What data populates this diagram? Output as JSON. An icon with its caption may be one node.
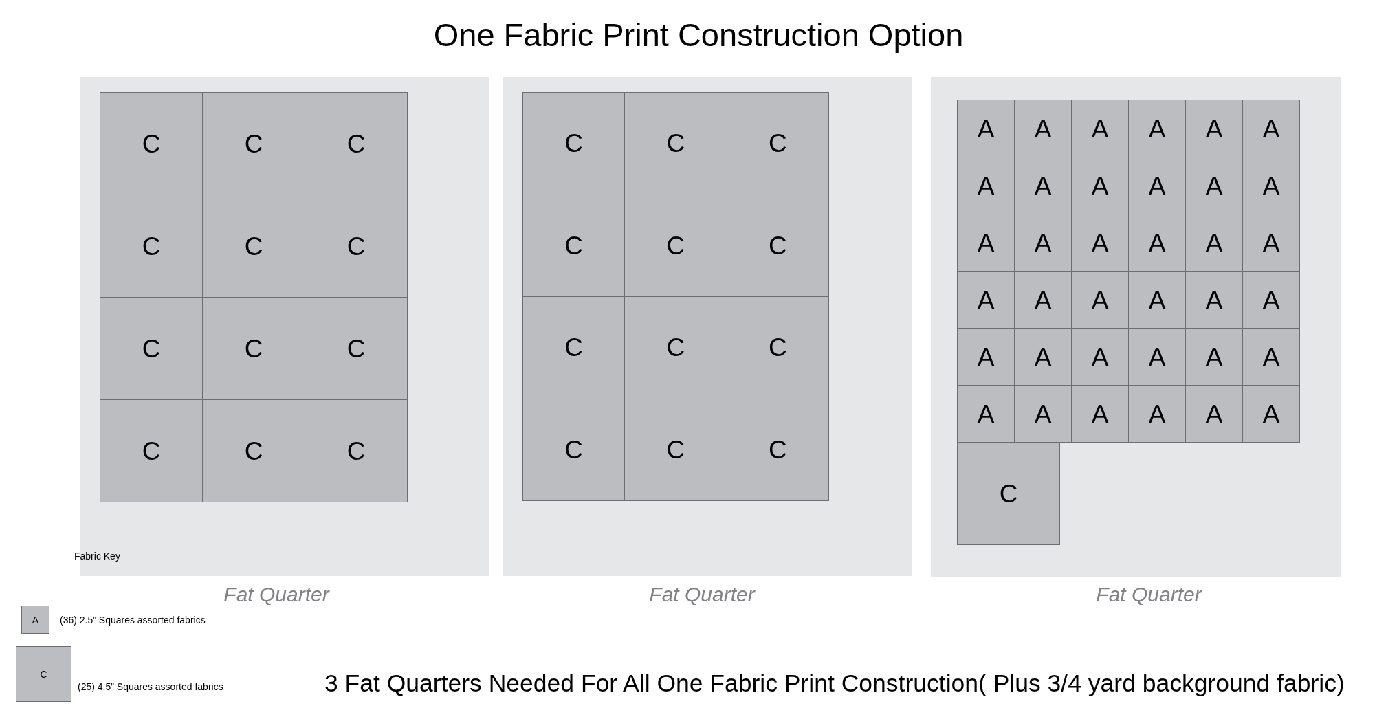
{
  "diagram": {
    "title": "One Fabric Print Construction Option",
    "nodes": [
      {
        "text": [],
        "shape": "box",
        "beside": [
          "Fat Quarter"
        ]
      },
      {
        "text": [
          "C"
        ],
        "in": 0
      },
      {
        "text": [
          "C"
        ],
        "in": 0
      },
      {
        "text": [
          "C"
        ],
        "in": 0
      },
      {
        "text": [
          "C"
        ],
        "in": 0
      },
      {
        "text": [
          "C"
        ],
        "in": 0
      },
      {
        "text": [
          "C"
        ],
        "in": 0
      },
      {
        "text": [
          "C"
        ],
        "in": 0
      },
      {
        "text": [
          "C"
        ],
        "in": 0
      },
      {
        "text": [
          "C"
        ],
        "in": 0
      },
      {
        "text": [
          "C"
        ],
        "in": 0
      },
      {
        "text": [
          "C"
        ],
        "in": 0
      },
      {
        "text": [
          "C"
        ],
        "in": 0
      },
      {
        "text": [],
        "shape": "box",
        "beside": [
          "Fat Quarter"
        ]
      },
      {
        "text": [
          "C"
        ],
        "in": 13
      },
      {
        "text": [
          "C"
        ],
        "in": 13
      },
      {
        "text": [
          "C"
        ],
        "in": 13
      },
      {
        "text": [
          "C"
        ],
        "in": 13
      },
      {
        "text": [
          "C"
        ],
        "in": 13
      },
      {
        "text": [
          "C"
        ],
        "in": 13
      },
      {
        "text": [
          "C"
        ],
        "in": 13
      },
      {
        "text": [
          "C"
        ],
        "in": 13
      },
      {
        "text": [
          "C"
        ],
        "in": 13
      },
      {
        "text": [
          "C"
        ],
        "in": 13
      },
      {
        "text": [
          "C"
        ],
        "in": 13
      },
      {
        "text": [
          "C"
        ],
        "in": 13
      },
      {
        "text": [],
        "shape": "box",
        "beside": [
          "Fat Quarter"
        ]
      },
      {
        "text": [
          "A"
        ],
        "in": 26
      },
      {
        "text": [
          "A"
        ],
        "in": 26
      },
      {
        "text": [
          "A"
        ],
        "in": 26
      },
      {
        "text": [
          "A"
        ],
        "in": 26
      },
      {
        "text": [
          "A"
        ],
        "in": 26
      },
      {
        "text": [
          "A"
        ],
        "in": 26
      },
      {
        "text": [
          "A"
        ],
        "in": 26
      },
      {
        "text": [
          "A"
        ],
        "in": 26
      },
      {
        "text": [
          "A"
        ],
        "in": 26
      },
      {
        "text": [
          "A"
        ],
        "in": 26
      },
      {
        "text": [
          "A"
        ],
        "in": 26
      },
      {
        "text": [
          "A"
        ],
        "in": 26
      },
      {
        "text": [
          "A"
        ],
        "in": 26
      },
      {
        "text": [
          "A"
        ],
        "in": 26
      },
      {
        "text": [
          "A"
        ],
        "in": 26
      },
      {
        "text": [
          "A"
        ],
        "in": 26
      },
      {
        "text": [
          "A"
        ],
        "in": 26
      },
      {
        "text": [
          "A"
        ],
        "in": 26
      },
      {
        "text": [
          "A"
        ],
        "in": 26
      },
      {
        "text": [
          "A"
        ],
        "in": 26
      },
      {
        "text": [
          "A"
        ],
        "in": 26
      },
      {
        "text": [
          "A"
        ],
        "in": 26
      },
      {
        "text": [
          "A"
        ],
        "in": 26
      },
      {
        "text": [
          "A"
        ],
        "in": 26
      },
      {
        "text": [
          "A"
        ],
        "in": 26
      },
      {
        "text": [
          "A"
        ],
        "in": 26
      },
      {
        "text": [
          "A"
        ],
        "in": 26
      },
      {
        "text": [
          "A"
        ],
        "in": 26
      },
      {
        "text": [
          "A"
        ],
        "in": 26
      },
      {
        "text": [
          "A"
        ],
        "in": 26
      },
      {
        "text": [
          "A"
        ],
        "in": 26
      },
      {
        "text": [
          "A"
        ],
        "in": 26
      },
      {
        "text": [
          "A"
        ],
        "in": 26
      },
      {
        "text": [
          "A"
        ],
        "in": 26
      },
      {
        "text": [
          "A"
        ],
        "in": 26
      },
      {
        "text": [
          "A"
        ],
        "in": 26
      },
      {
        "text": [
          "C"
        ],
        "in": 26
      },
      {
        "text": [
          "A"
        ],
        "beside": [
          "(36) 2.5” Squares assorted fabrics"
        ]
      },
      {
        "text": [
          "C"
        ],
        "beside": [
          "(25) 4.5” Squares assorted fabrics"
        ]
      }
    ],
    "labels": [
      "Fabric Key",
      "3 Fat Quarters Needed For All One Fabric Print Construction( Plus 3/4 yard background fabric)"
    ]
  }
}
